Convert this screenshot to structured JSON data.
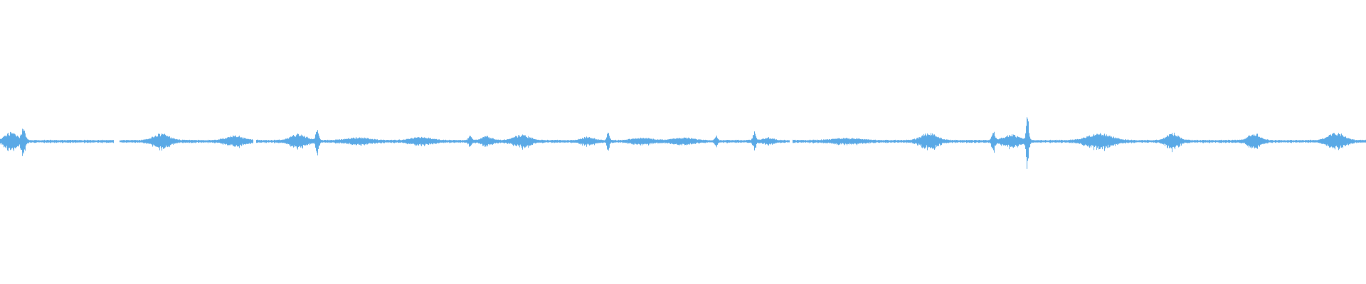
{
  "waveform": {
    "color": "#5aa9e6",
    "background": "#ffffff",
    "duration_fraction_visible": 1.0,
    "bursts": [
      {
        "pos": 0.008,
        "amp": 0.06,
        "spread": 0.006
      },
      {
        "pos": 0.017,
        "amp": 0.085,
        "spread": 0.002
      },
      {
        "pos": 0.118,
        "amp": 0.05,
        "spread": 0.008
      },
      {
        "pos": 0.172,
        "amp": 0.035,
        "spread": 0.009
      },
      {
        "pos": 0.218,
        "amp": 0.045,
        "spread": 0.008
      },
      {
        "pos": 0.232,
        "amp": 0.075,
        "spread": 0.0015
      },
      {
        "pos": 0.262,
        "amp": 0.02,
        "spread": 0.012
      },
      {
        "pos": 0.308,
        "amp": 0.025,
        "spread": 0.01
      },
      {
        "pos": 0.344,
        "amp": 0.045,
        "spread": 0.0015
      },
      {
        "pos": 0.356,
        "amp": 0.03,
        "spread": 0.005
      },
      {
        "pos": 0.382,
        "amp": 0.04,
        "spread": 0.008
      },
      {
        "pos": 0.43,
        "amp": 0.025,
        "spread": 0.006
      },
      {
        "pos": 0.445,
        "amp": 0.065,
        "spread": 0.0012
      },
      {
        "pos": 0.47,
        "amp": 0.018,
        "spread": 0.01
      },
      {
        "pos": 0.5,
        "amp": 0.02,
        "spread": 0.01
      },
      {
        "pos": 0.524,
        "amp": 0.04,
        "spread": 0.0012
      },
      {
        "pos": 0.552,
        "amp": 0.07,
        "spread": 0.0015
      },
      {
        "pos": 0.562,
        "amp": 0.02,
        "spread": 0.005
      },
      {
        "pos": 0.62,
        "amp": 0.015,
        "spread": 0.015
      },
      {
        "pos": 0.68,
        "amp": 0.055,
        "spread": 0.008
      },
      {
        "pos": 0.727,
        "amp": 0.08,
        "spread": 0.0015
      },
      {
        "pos": 0.74,
        "amp": 0.04,
        "spread": 0.008
      },
      {
        "pos": 0.752,
        "amp": 0.2,
        "spread": 0.0012
      },
      {
        "pos": 0.805,
        "amp": 0.05,
        "spread": 0.012
      },
      {
        "pos": 0.858,
        "amp": 0.055,
        "spread": 0.006
      },
      {
        "pos": 0.918,
        "amp": 0.05,
        "spread": 0.006
      },
      {
        "pos": 0.978,
        "amp": 0.055,
        "spread": 0.008
      }
    ],
    "gaps": [
      {
        "start": 0.083,
        "end": 0.087
      },
      {
        "start": 0.185,
        "end": 0.187
      },
      {
        "start": 0.578,
        "end": 0.58
      }
    ],
    "baseline_noise": 0.008
  }
}
